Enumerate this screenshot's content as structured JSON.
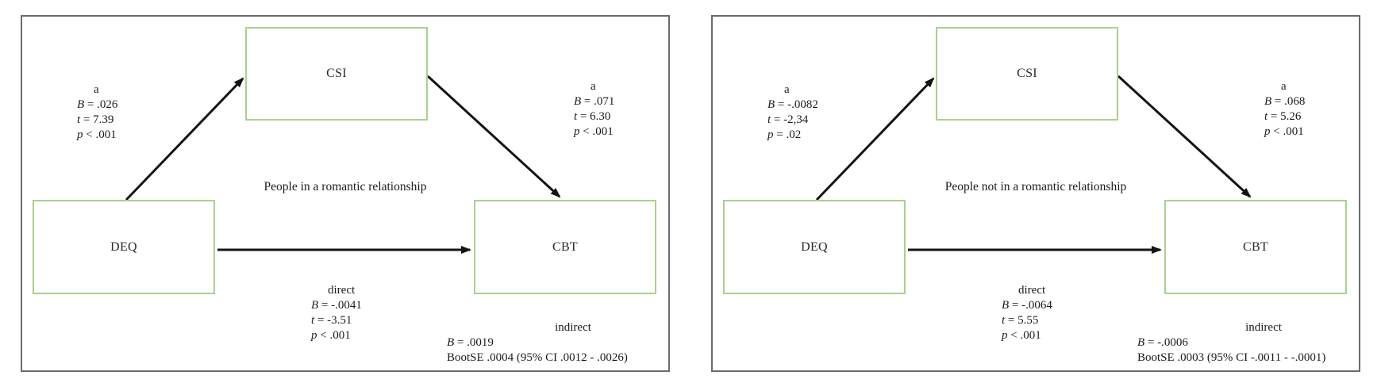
{
  "figure": {
    "type": "mediation-path-diagram",
    "colors": {
      "panel_border": "#6a6a70",
      "node_border": "#a9d18e",
      "arrow": "#141414",
      "text": "#1c1c1c",
      "background": "#ffffff"
    }
  },
  "panels": [
    {
      "group_label": "People in a romantic relationship",
      "mediator": "CSI",
      "predictor": "DEQ",
      "outcome": "CBT",
      "path_a": {
        "label": "a",
        "lines": [
          {
            "sym": "B",
            "rest": " = .026"
          },
          {
            "sym": "t",
            "rest": " = 7.39"
          },
          {
            "sym": "p",
            "rest": " < .001"
          }
        ]
      },
      "path_b": {
        "label": "a",
        "lines": [
          {
            "sym": "B",
            "rest": " = .071"
          },
          {
            "sym": "t",
            "rest": " = 6.30"
          },
          {
            "sym": "p",
            "rest": " < .001"
          }
        ]
      },
      "direct": {
        "label": "direct",
        "lines": [
          {
            "sym": "B",
            "rest": " = -.0041"
          },
          {
            "sym": "t",
            "rest": " = -3.51"
          },
          {
            "sym": "p",
            "rest": " < .001"
          }
        ]
      },
      "indirect": {
        "label": "indirect",
        "b_sym": "B",
        "b_rest": " = .0019",
        "boot": "BootSE .0004 (95% CI .0012 - .0026)"
      }
    },
    {
      "group_label": "People not in a romantic relationship",
      "mediator": "CSI",
      "predictor": "DEQ",
      "outcome": "CBT",
      "path_a": {
        "label": "a",
        "lines": [
          {
            "sym": "B",
            "rest": " = -.0082"
          },
          {
            "sym": "t",
            "rest": " = -2,34"
          },
          {
            "sym": "p",
            "rest": " = .02"
          }
        ]
      },
      "path_b": {
        "label": "a",
        "lines": [
          {
            "sym": "B",
            "rest": " = .068"
          },
          {
            "sym": "t",
            "rest": " = 5.26"
          },
          {
            "sym": "p",
            "rest": " < .001"
          }
        ]
      },
      "direct": {
        "label": "direct",
        "lines": [
          {
            "sym": "B",
            "rest": " = -.0064"
          },
          {
            "sym": "t",
            "rest": " = 5.55"
          },
          {
            "sym": "p",
            "rest": " < .001"
          }
        ]
      },
      "indirect": {
        "label": "indirect",
        "b_sym": "B",
        "b_rest": " = -.0006",
        "boot": "BootSE .0003 (95% CI -.0011 - -.0001)"
      }
    }
  ]
}
